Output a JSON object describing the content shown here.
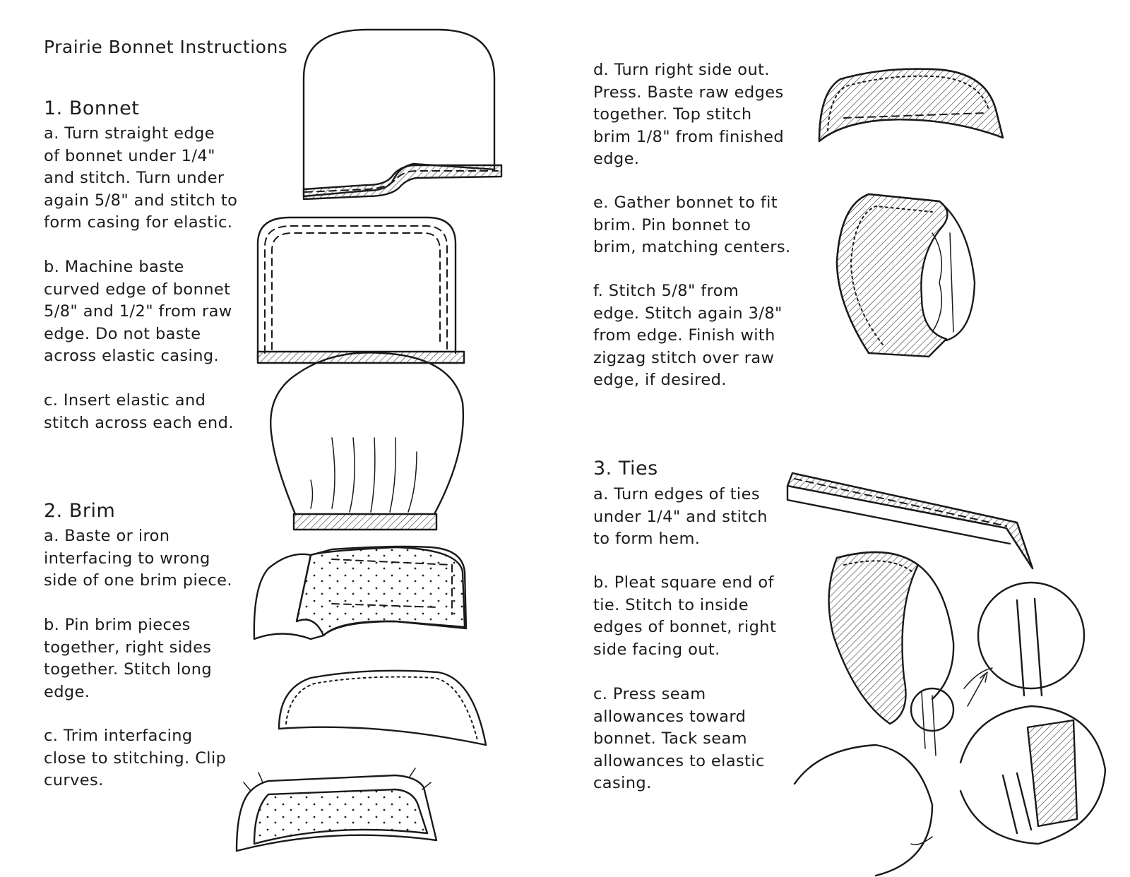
{
  "title": "Prairie Bonnet Instructions",
  "sections": {
    "bonnet": {
      "heading": "1. Bonnet",
      "a": "a.  Turn straight edge\nof bonnet under 1/4\"\nand stitch. Turn under\nagain 5/8\" and stitch to\nform casing for elastic.",
      "b": "b.  Machine baste\ncurved edge of bonnet\n5/8\" and 1/2\" from raw\nedge. Do not baste\nacross elastic casing.",
      "c": "c.  Insert elastic and\nstitch across each end.",
      "d": "d.  Turn right side out.\nPress. Baste raw edges\ntogether. Top stitch\nbrim 1/8\" from finished\nedge.",
      "e": "e.  Gather bonnet to fit\nbrim. Pin bonnet to\nbrim, matching centers.",
      "f": "f.  Stitch 5/8\" from\nedge. Stitch again 3/8\"\nfrom edge. Finish with\nzigzag stitch over raw\nedge, if desired."
    },
    "brim": {
      "heading": "2. Brim",
      "a": "a.  Baste or iron\ninterfacing to wrong\nside of one brim piece.",
      "b": "b.  Pin brim pieces\ntogether, right sides\ntogether. Stitch long\nedge.",
      "c": "c.  Trim interfacing\nclose to stitching. Clip\ncurves."
    },
    "ties": {
      "heading": "3. Ties",
      "a": "a.  Turn edges of ties\nunder 1/4\" and stitch\nto form hem.",
      "b": "b.  Pleat square end of\ntie. Stitch to inside\nedges of bonnet, right\nside facing out.",
      "c": "c.   Press seam\nallowances toward\nbonnet. Tack seam\nallowances to elastic\ncasing."
    }
  }
}
